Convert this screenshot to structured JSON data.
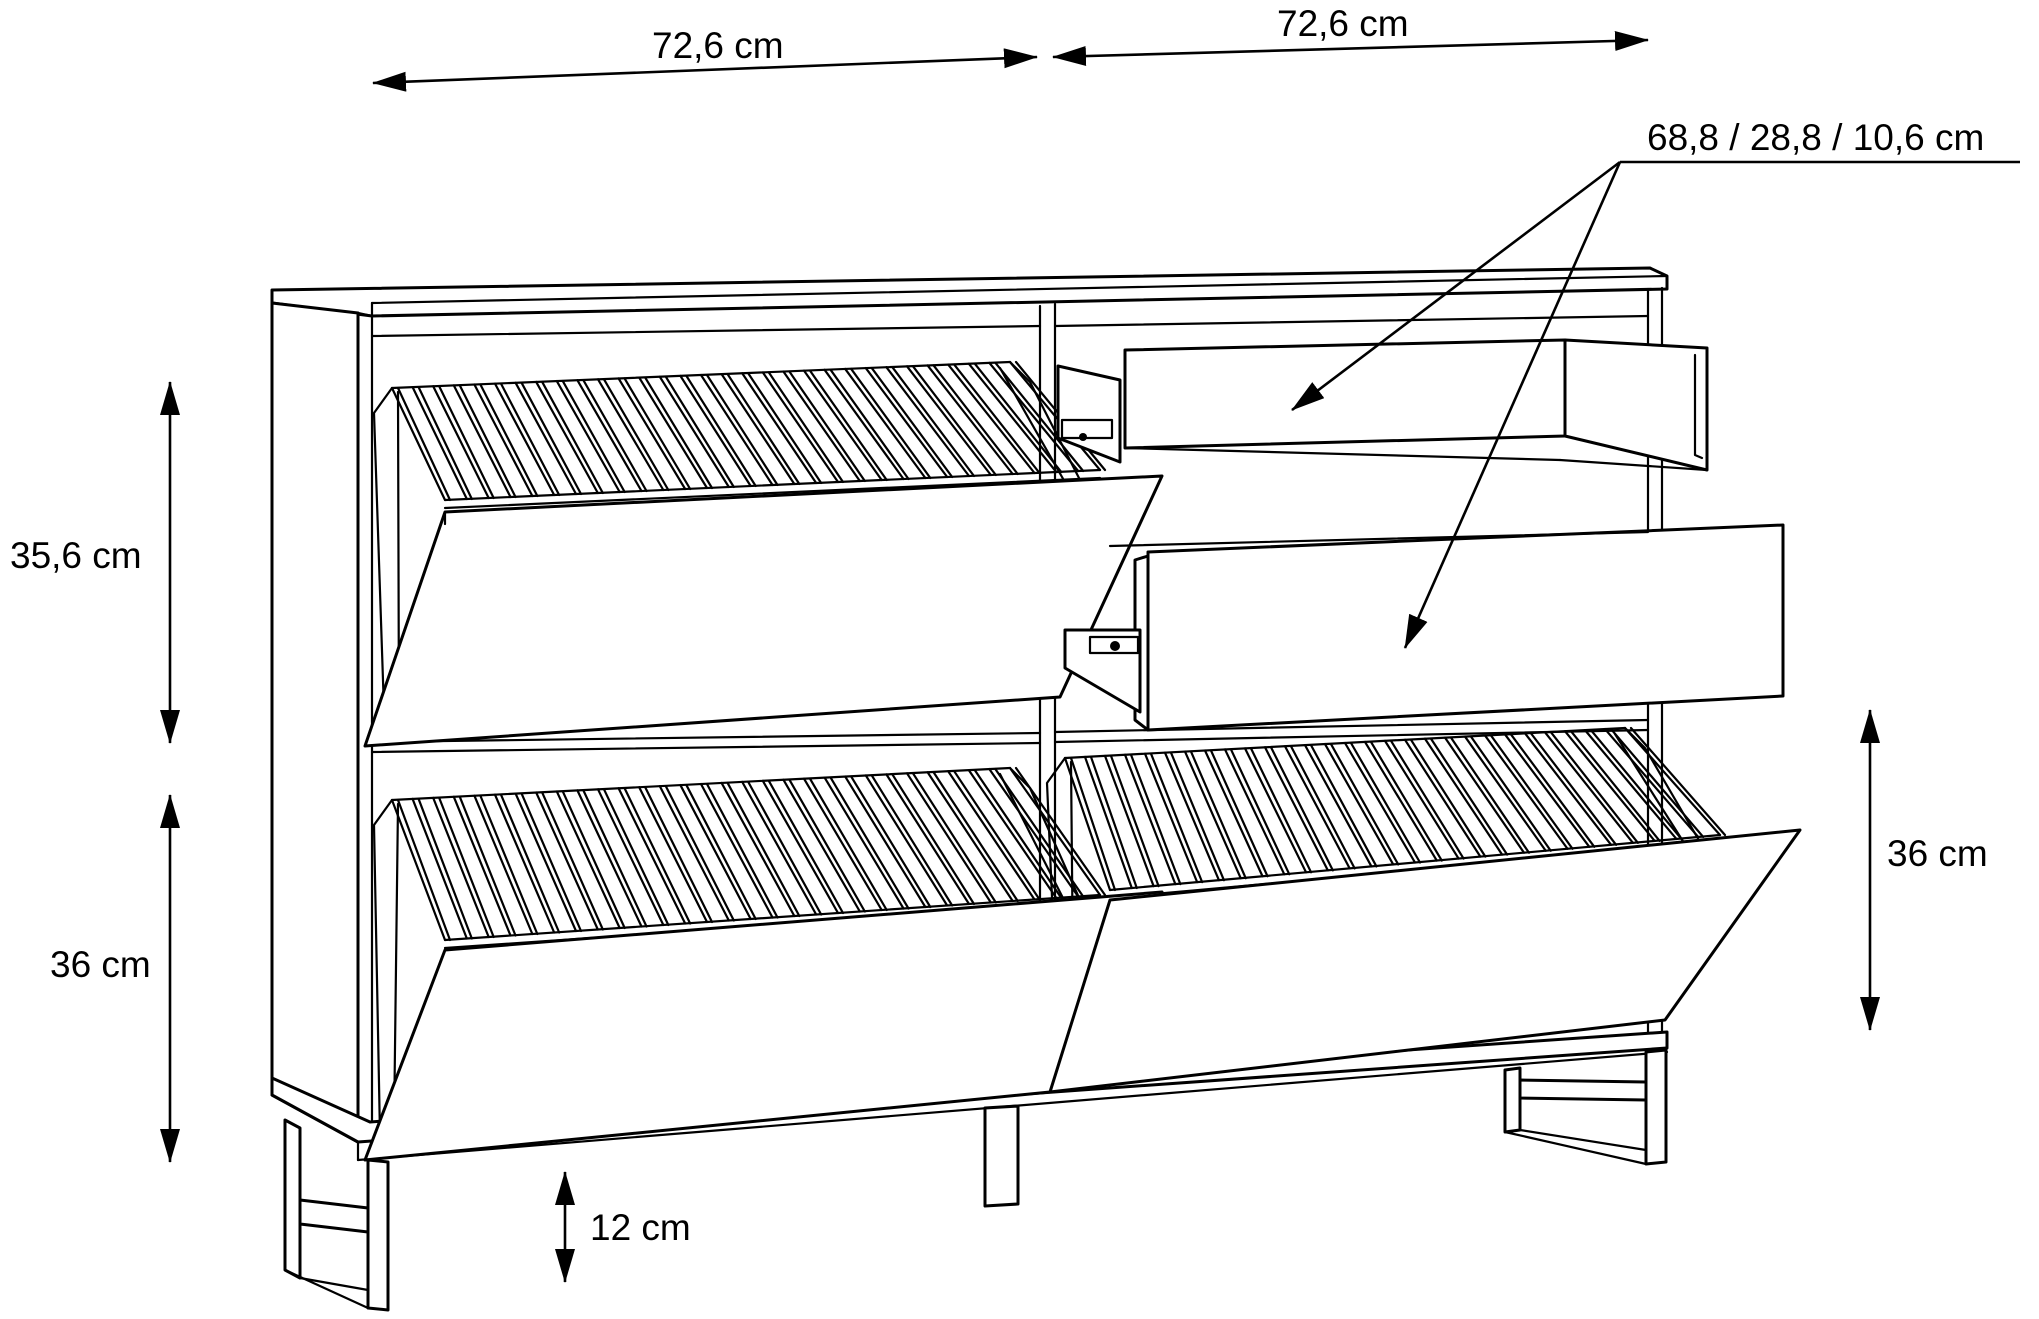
{
  "dimensions": {
    "width_left": "72,6 cm",
    "width_right": "72,6 cm",
    "drawer_size": "68,8 / 28,8 / 10,6 cm",
    "height_upper_flap": "35,6 cm",
    "height_lower_flap_left": "36 cm",
    "height_lower_flap_right": "36 cm",
    "leg_height": "12 cm"
  },
  "colors": {
    "line": "#000000",
    "background": "#ffffff"
  }
}
